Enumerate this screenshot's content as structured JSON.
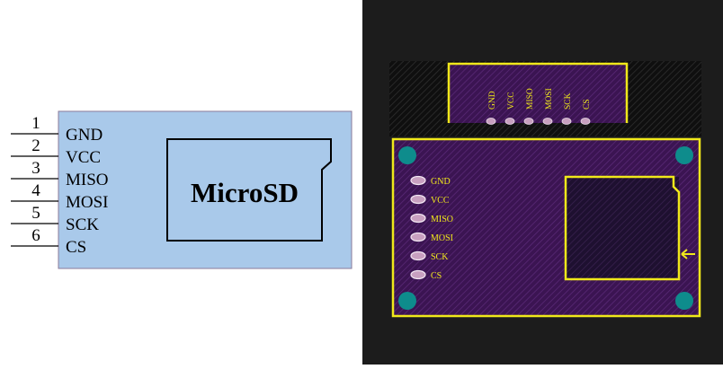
{
  "schematic": {
    "title": "MicroSD",
    "pins": [
      {
        "number": "1",
        "name": "GND"
      },
      {
        "number": "2",
        "name": "VCC"
      },
      {
        "number": "3",
        "name": "MISO"
      },
      {
        "number": "4",
        "name": "MOSI"
      },
      {
        "number": "5",
        "name": "SCK"
      },
      {
        "number": "6",
        "name": "CS"
      }
    ],
    "colors": {
      "body": "#a9c9ea",
      "border": "#8a7a9a",
      "text": "#000000"
    }
  },
  "pcb": {
    "header_labels": [
      "GND",
      "VCC",
      "MISO",
      "MOSI",
      "SCK",
      "CS"
    ],
    "side_labels": [
      "GND",
      "VCC",
      "MISO",
      "MOSI",
      "SCK",
      "CS"
    ],
    "colors": {
      "board": "#3b1452",
      "silkscreen": "#f0e81a",
      "mounting_hole": "#0e8c8c",
      "pad": "#c8a0c0"
    }
  }
}
